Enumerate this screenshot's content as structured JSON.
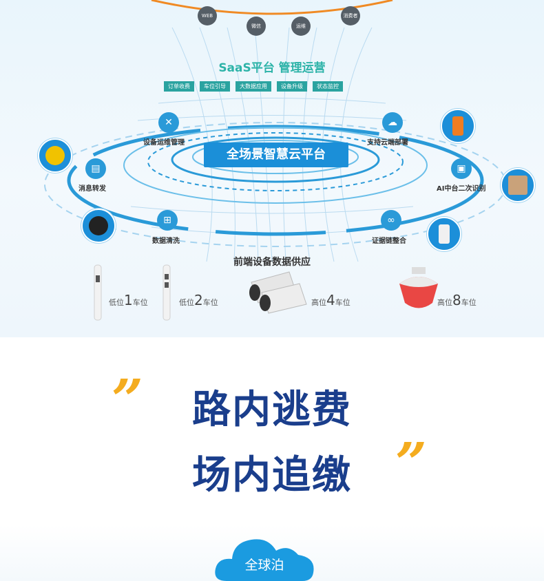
{
  "saas": {
    "title": "SaaS平台 管理运营",
    "tags": [
      "订单收费",
      "车位引导",
      "大数据应用",
      "设备升级",
      "状态监控"
    ],
    "top_nodes": [
      "WEB",
      "微信",
      "运维",
      "消费者"
    ]
  },
  "platform": {
    "center_label": "全场景智慧云平台",
    "nodes": {
      "ops": "设备运维管理",
      "cloud": "支持云端部署",
      "msg": "消息转发",
      "ai": "AI中台二次识别",
      "clean": "数据清洗",
      "chain": "证据链整合"
    }
  },
  "front": {
    "title": "前端设备数据供应",
    "cameras": [
      {
        "prefix": "低位",
        "num": "1",
        "suffix": "车位"
      },
      {
        "prefix": "低位",
        "num": "2",
        "suffix": "车位"
      },
      {
        "prefix": "高位",
        "num": "4",
        "suffix": "车位"
      },
      {
        "prefix": "高位",
        "num": "8",
        "suffix": "车位"
      }
    ]
  },
  "slogan": {
    "line1": "路内逃费",
    "line2": "场内追缴",
    "open_quote": "”",
    "close_quote": "”"
  },
  "footer": {
    "cloud_label": "全球泊"
  },
  "colors": {
    "accent_blue": "#1b8fd8",
    "saas_green": "#2db3a8",
    "slogan_navy": "#1a3e8c",
    "quote_gold": "#f4ac1f",
    "arc_orange": "#f08a24"
  },
  "icons": [
    "tools-icon",
    "cloud-icon",
    "message-icon",
    "ai-monitor-icon",
    "basket-icon",
    "link-icon",
    "web-icon",
    "wechat-icon",
    "wrench-icon",
    "users-icon"
  ]
}
